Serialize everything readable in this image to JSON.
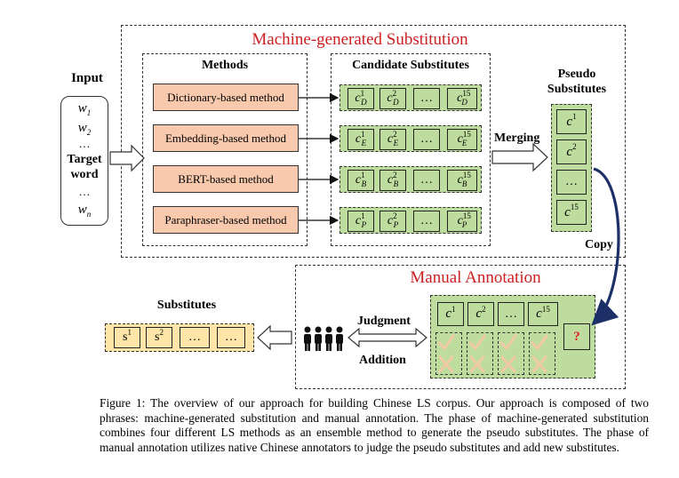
{
  "machine_title": "Machine-generated Substitution",
  "manual_title": "Manual Annotation",
  "input": {
    "label": "Input",
    "w1_base": "w",
    "w1_sub": "1",
    "w2_base": "w",
    "w2_sub": "2",
    "dots": "…",
    "target_line1": "Target",
    "target_line2": "word",
    "dots2": "…",
    "wn_base": "w",
    "wn_sub": "n"
  },
  "methods": {
    "header": "Methods",
    "items": [
      "Dictionary-based method",
      "Embedding-based method",
      "BERT-based method",
      "Paraphraser-based method"
    ]
  },
  "candidates": {
    "header": "Candidate Substitutes",
    "rows": [
      {
        "subscript": "D",
        "c1": "1",
        "c2": "2",
        "c15": "15"
      },
      {
        "subscript": "E",
        "c1": "1",
        "c2": "2",
        "c15": "15"
      },
      {
        "subscript": "B",
        "c1": "1",
        "c2": "2",
        "c15": "15"
      },
      {
        "subscript": "P",
        "c1": "1",
        "c2": "2",
        "c15": "15"
      }
    ],
    "cell_base": "c",
    "dots": "…"
  },
  "merging_label": "Merging",
  "pseudo": {
    "header_line1": "Pseudo",
    "header_line2": "Substitutes",
    "base": "c",
    "sup1": "1",
    "sup2": "2",
    "dots": "…",
    "sup15": "15"
  },
  "copy_label": "Copy",
  "annotation": {
    "base": "c",
    "sup1": "1",
    "sup2": "2",
    "dots": "…",
    "sup15": "15",
    "question": "?",
    "judgment": "Judgment",
    "addition": "Addition"
  },
  "substitutes": {
    "header": "Substitutes",
    "base": "s",
    "sup1": "1",
    "sup2": "2",
    "dots": "…"
  },
  "caption": "Figure 1: The overview of our approach for building Chinese LS corpus. Our approach is composed of two phrases: machine-generated substitution and manual annotation. The phase of machine-generated substitution combines four different LS methods as an ensemble method to generate the pseudo substitutes. The phase of manual annotation utilizes native Chinese annotators to judge the pseudo substitutes and add new substitutes.",
  "colors": {
    "title_red": "#cc1f1f",
    "method_fill": "#f8c9ad",
    "candidate_green": "#bfdc9f",
    "substitute_yellow": "#fde6a8",
    "connector_blue": "#1c2f66"
  }
}
